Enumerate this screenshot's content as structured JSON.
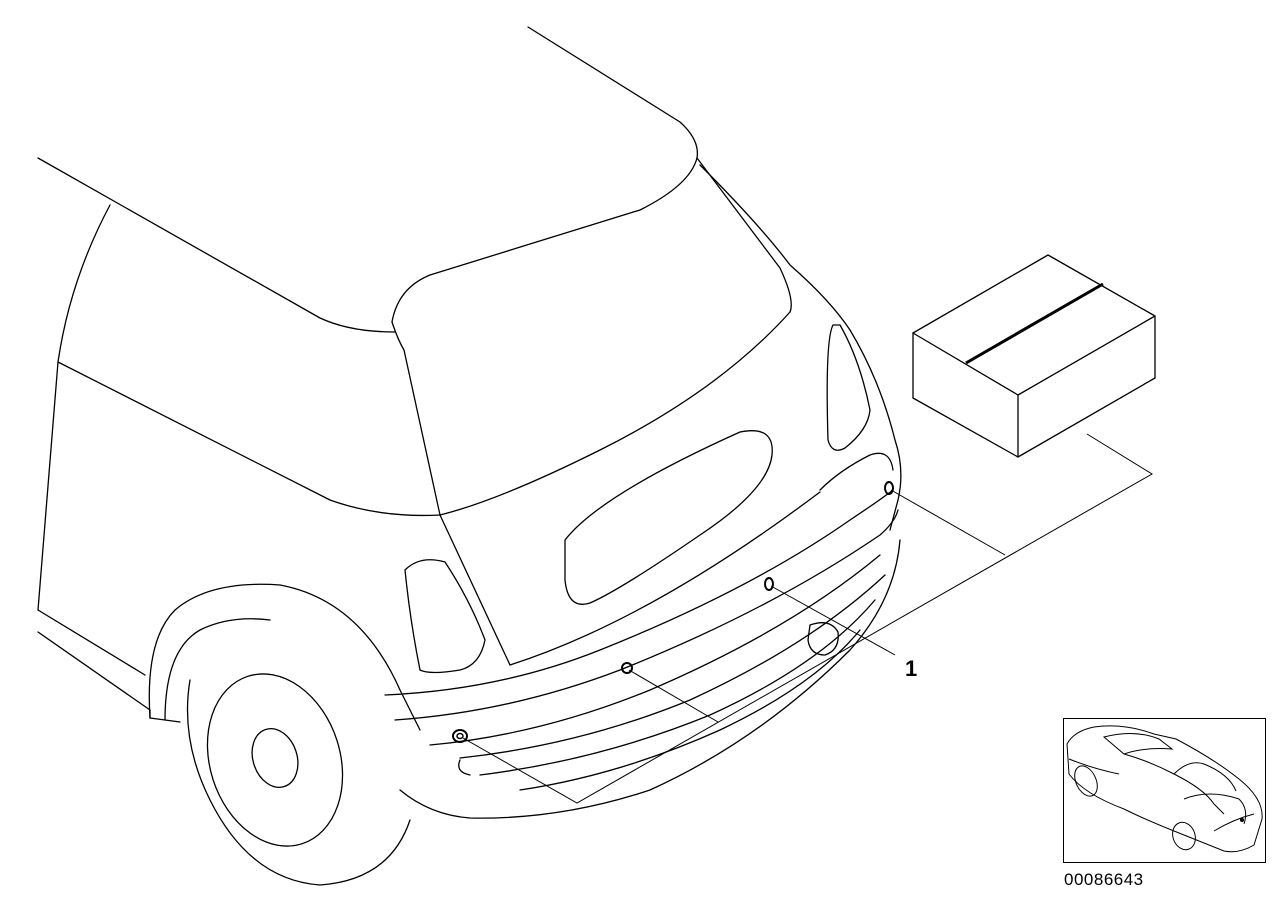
{
  "diagram": {
    "callouts": [
      {
        "id": "part-1",
        "label": "1"
      }
    ],
    "part_number": "00086643",
    "components": [
      "car-rear-view",
      "parking-sensors",
      "kit-box",
      "vehicle-thumbnail"
    ]
  }
}
